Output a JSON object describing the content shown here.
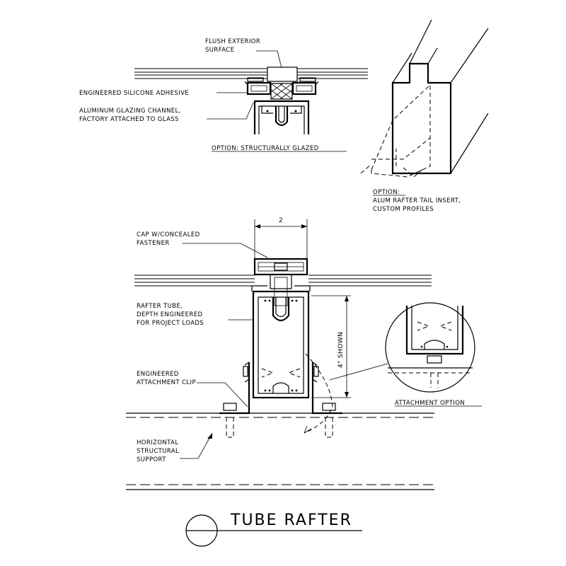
{
  "title": "TUBE RAFTER",
  "callouts": {
    "flush_exterior": [
      "FLUSH EXTERIOR",
      "SURFACE"
    ],
    "silicone": "ENGINEERED SILICONE ADHESIVE",
    "glazing_channel": [
      "ALUMINUM GLAZING CHANNEL,",
      "FACTORY ATTACHED TO GLASS"
    ],
    "option_structural": "OPTION: STRUCTURALLY GLAZED",
    "option_tail": [
      "OPTION:",
      "ALUM RAFTER TAIL INSERT,",
      "CUSTOM PROFILES"
    ],
    "cap": [
      "CAP W/CONCEALED",
      "FASTENER"
    ],
    "rafter_tube": [
      "RAFTER TUBE,",
      "DEPTH ENGINEERED",
      "FOR PROJECT LOADS"
    ],
    "clip": [
      "ENGINEERED",
      "ATTACHMENT CLIP"
    ],
    "support": [
      "HORIZONTAL",
      "STRUCTURAL",
      "SUPPORT"
    ],
    "attachment_option": "ATTACHMENT OPTION",
    "dim_width": "2",
    "dim_height": "4\" SHOWN"
  }
}
